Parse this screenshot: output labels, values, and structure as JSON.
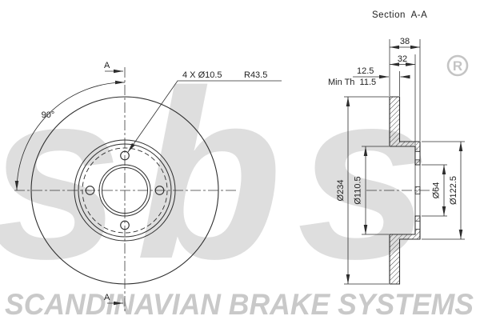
{
  "drawing": {
    "section": {
      "title": "Section  A-A",
      "overall_width": "38",
      "hat_depth": "32",
      "disc_thickness": "12.5",
      "min_thickness_note": "Min Th  11.5",
      "outer_diameter": "Ø234",
      "hat_diameter": "Ø110.5",
      "center_bore_diameter": "Ø64",
      "friction_inner_diameter": "Ø122.5"
    },
    "front": {
      "bolt_holes": "4 X Ø10.5",
      "bolt_circle_radius": "R43.5",
      "bolt_angle": "90°",
      "cut_label_top": "A",
      "cut_label_bottom": "A"
    }
  },
  "watermark": {
    "logo": "sbs",
    "registered_mark": "R",
    "banner": "SCANDINAVIAN BRAKE SYSTEMS"
  },
  "colors": {
    "line": "#2d2d2d",
    "watermark_logo": "#dedede",
    "watermark_banner": "#c9c9c9"
  }
}
